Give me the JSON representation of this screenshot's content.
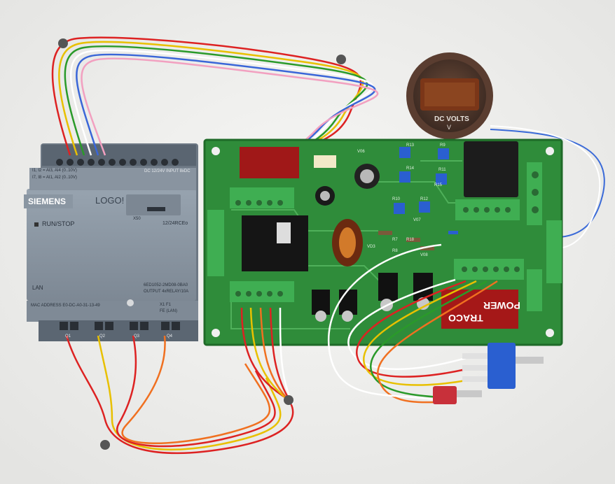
{
  "plc": {
    "brand": "SIEMENS",
    "model": "LOGO!",
    "run_stop": "RUN/STOP",
    "variant": "12/24RCEo",
    "x50": "X50",
    "part_no": "6ED1052-2MD08-0BA0",
    "output_spec": "OUTPUT 4xRELAY/10A",
    "lan": "LAN",
    "mac": "MAC ADDRESS E0-DC-A0-31-13-49",
    "input_spec": "DC 12/24V INPUT 8xDC",
    "analog_1": "I1, I2 = AI3, AI4 (0..10V)",
    "analog_2": "I7, I8 = AI1, AI2 (0..10V)",
    "outputs": [
      "Q1",
      "Q2",
      "Q3",
      "Q4"
    ],
    "x1_label": "X1 F1",
    "fe_label": "FE (LAN)"
  },
  "meter": {
    "line1": "DC VOLTS",
    "line2": "V"
  },
  "board": {
    "traco": "TRACO",
    "power": "POWER",
    "refs": [
      "R13",
      "R9",
      "R14",
      "R11",
      "R15",
      "R10",
      "R12",
      "R7",
      "R8",
      "V07",
      "V08",
      "V06",
      "VD3",
      "R18"
    ]
  },
  "colors": {
    "background": "#efefed",
    "pcb_green": "#2e8b3a",
    "plc_grey": "#8a96a3",
    "plc_dark": "#5f6a76",
    "terminal_green": "#3fae52"
  }
}
